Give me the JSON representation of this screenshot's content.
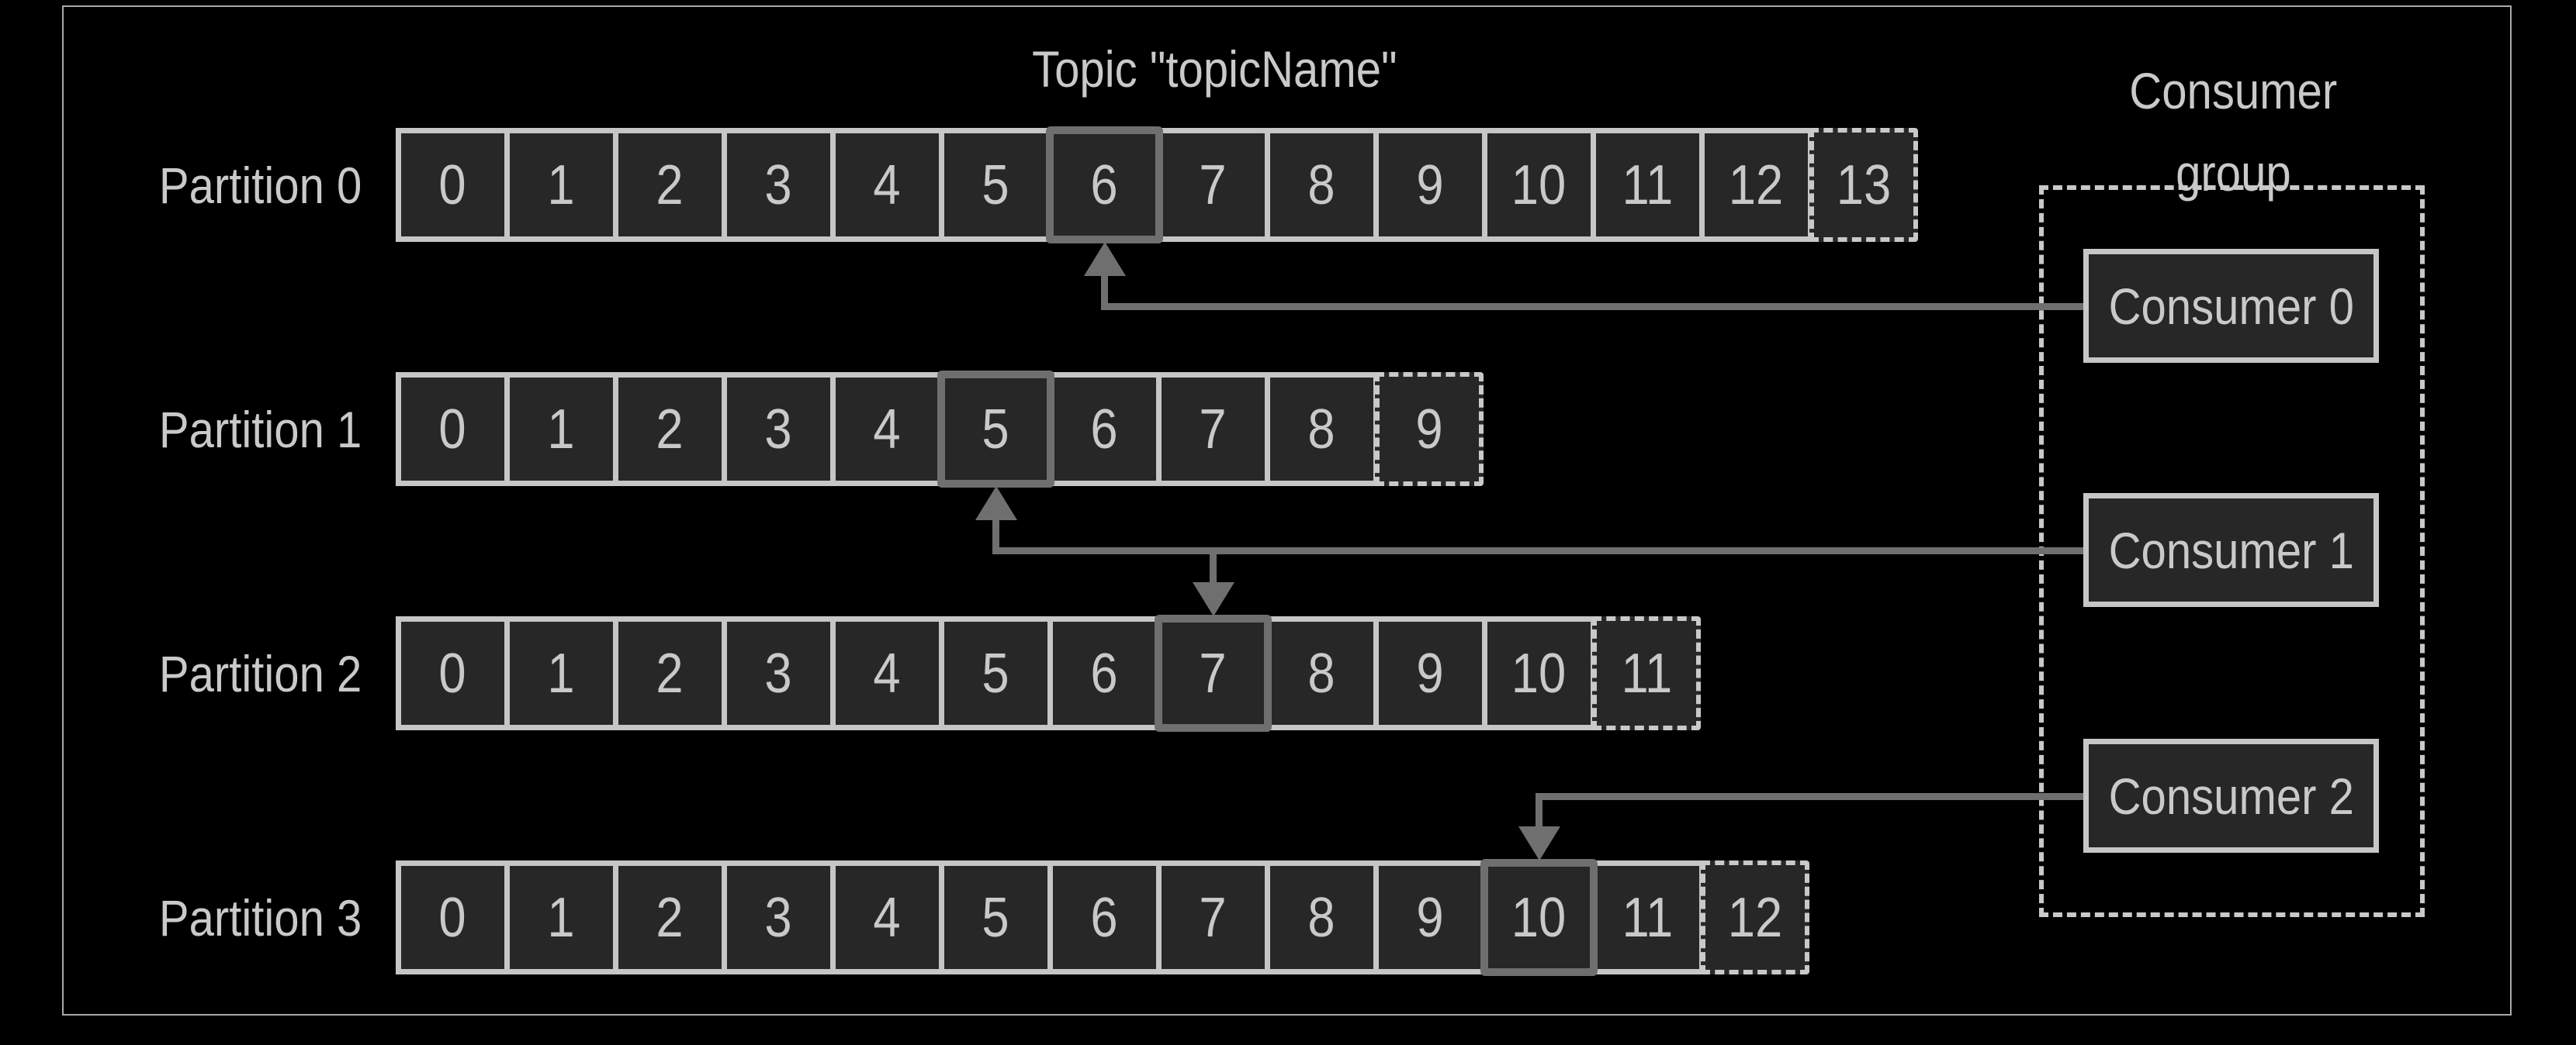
{
  "title": "Topic \"topicName\"",
  "consumer_group": {
    "label": [
      "Consumer",
      "group"
    ],
    "consumers": [
      {
        "label": "Consumer 0"
      },
      {
        "label": "Consumer 1"
      },
      {
        "label": "Consumer 2"
      }
    ]
  },
  "partitions": [
    {
      "label": "Partition 0",
      "cells": [
        "0",
        "1",
        "2",
        "3",
        "4",
        "5",
        "6",
        "7",
        "8",
        "9",
        "10",
        "11",
        "12"
      ],
      "next_cell": "13",
      "current_offset_index": 6,
      "assigned_consumer": 0
    },
    {
      "label": "Partition 1",
      "cells": [
        "0",
        "1",
        "2",
        "3",
        "4",
        "5",
        "6",
        "7",
        "8"
      ],
      "next_cell": "9",
      "current_offset_index": 5,
      "assigned_consumer": 1
    },
    {
      "label": "Partition 2",
      "cells": [
        "0",
        "1",
        "2",
        "3",
        "4",
        "5",
        "6",
        "7",
        "8",
        "9",
        "10"
      ],
      "next_cell": "11",
      "current_offset_index": 7,
      "assigned_consumer": 1
    },
    {
      "label": "Partition 3",
      "cells": [
        "0",
        "1",
        "2",
        "3",
        "4",
        "5",
        "6",
        "7",
        "8",
        "9",
        "10",
        "11"
      ],
      "next_cell": "12",
      "current_offset_index": 10,
      "assigned_consumer": 2
    }
  ],
  "colors": {
    "background": "#000000",
    "cell_fill": "#272727",
    "grid_light": "#c6c6c6",
    "text_light": "#c9c9c9",
    "arrow_gray": "#6f6f6f",
    "frame": "#a9a9a9"
  }
}
